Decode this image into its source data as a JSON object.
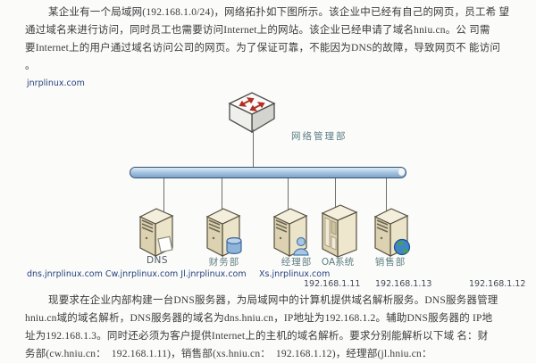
{
  "document": {
    "intro": {
      "lines": [
        "某企业有一个局域网(192.168.1.0/24)，网络拓扑如下图所示。该企业中已经有自己的网页，员工希 望",
        "通过域名来进行访问，同时员工也需要访问Internet上的网站。该企业已经申请了域名hniu.cn。公 司需",
        "要Internet上的用户通过域名访问公司的网页。为了保证可靠，不能因为DNS的故障，导致网页不 能访问",
        "。"
      ]
    },
    "task": {
      "lines": [
        "现要求在企业内部构建一台DNS服务器，为局域网中的计算机提供域名解析服务。DNS服务器管理",
        "hniu.cn域的域名解析，DNS服务器的域名为dns.hniu.cn，IP地址为192.168.1.2。辅助DNS服务器的 IP地",
        "址为192.168.1.3。同时还必须为客户提供Internet上的主机的域名解析。要求分别能解析以下域 名：财",
        "务部(cw.hniu.cn：　192.168.1.11)，销售部(xs.hniu.cn：　192.168.1.12)，经理部(jl.hniu.cn："
      ]
    }
  },
  "diagram": {
    "external_domain": "jnrplinux.com",
    "switch_label": "网络管理部",
    "devices": [
      {
        "label": "DNS",
        "badge": "document"
      },
      {
        "label": "财务部",
        "badge": "database"
      },
      {
        "label": "经理部",
        "badge": "person"
      },
      {
        "label": "OA系统",
        "badge": "none"
      },
      {
        "label": "销售部",
        "badge": "globe"
      }
    ],
    "domains_left": "dns.jnrplinux.com Cw.jnrplinux.com Jl.jnrplinux.com",
    "domain_xs": "Xs.jnrplinux.com",
    "ips": [
      "192.168.1.11",
      "192.168.1.13",
      "192.168.1.12"
    ],
    "colors": {
      "bus_fill": "#a9c6e2",
      "bus_border": "#33516e",
      "domain_navy": "#26437e",
      "label_teal": "#5e7e80",
      "arrow_red": "#b23026",
      "tower_beige": "#e9e0c6"
    }
  }
}
